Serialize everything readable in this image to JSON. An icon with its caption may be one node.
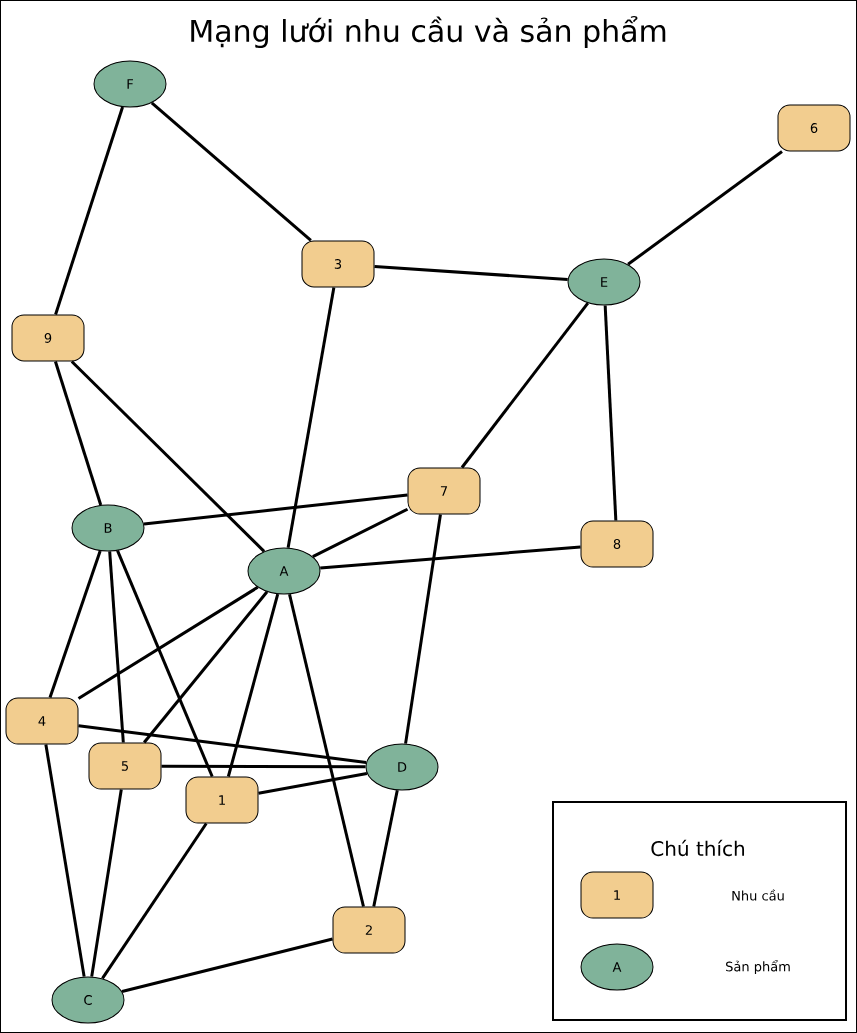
{
  "diagram": {
    "title": "Mạng lưới nhu cầu và sản phẩm",
    "nodes": [
      {
        "text": [
          "F"
        ]
      },
      {
        "text": [
          "6"
        ]
      },
      {
        "text": [
          "3"
        ]
      },
      {
        "text": [
          "E"
        ]
      },
      {
        "text": [
          "9"
        ]
      },
      {
        "text": [
          "7"
        ]
      },
      {
        "text": [
          "B"
        ]
      },
      {
        "text": [
          "8"
        ]
      },
      {
        "text": [
          "A"
        ]
      },
      {
        "text": [
          "4"
        ]
      },
      {
        "text": [
          "D"
        ]
      },
      {
        "text": [
          "5"
        ]
      },
      {
        "text": [
          "1"
        ]
      },
      {
        "text": [
          "2"
        ]
      },
      {
        "text": [
          "C"
        ]
      }
    ],
    "edges": [
      {
        "from": 0,
        "to": 2,
        "arrow": "none"
      },
      {
        "from": 0,
        "to": 4,
        "arrow": "none"
      },
      {
        "from": 1,
        "to": 3,
        "arrow": "none"
      },
      {
        "from": 2,
        "to": 3,
        "arrow": "none"
      },
      {
        "from": 2,
        "to": 8,
        "arrow": "none"
      },
      {
        "from": 3,
        "to": 5,
        "arrow": "none"
      },
      {
        "from": 3,
        "to": 7,
        "arrow": "none"
      },
      {
        "from": 4,
        "to": 6,
        "arrow": "none"
      },
      {
        "from": 4,
        "to": 8,
        "arrow": "none"
      },
      {
        "from": 6,
        "to": 5,
        "arrow": "none"
      },
      {
        "from": 6,
        "to": 9,
        "arrow": "none"
      },
      {
        "from": 6,
        "to": 11,
        "arrow": "none"
      },
      {
        "from": 6,
        "to": 12,
        "arrow": "none"
      },
      {
        "from": 5,
        "to": 8,
        "arrow": "none"
      },
      {
        "from": 5,
        "to": 10,
        "arrow": "none"
      },
      {
        "from": 8,
        "to": 7,
        "arrow": "none"
      },
      {
        "from": 8,
        "to": 9,
        "arrow": "none"
      },
      {
        "from": 8,
        "to": 11,
        "arrow": "none"
      },
      {
        "from": 8,
        "to": 12,
        "arrow": "none"
      },
      {
        "from": 8,
        "to": 13,
        "arrow": "none"
      },
      {
        "from": 9,
        "to": 10,
        "arrow": "none"
      },
      {
        "from": 9,
        "to": 14,
        "arrow": "none"
      },
      {
        "from": 11,
        "to": 10,
        "arrow": "none"
      },
      {
        "from": 11,
        "to": 14,
        "arrow": "none"
      },
      {
        "from": 12,
        "to": 10,
        "arrow": "none"
      },
      {
        "from": 12,
        "to": 14,
        "arrow": "none"
      },
      {
        "from": 10,
        "to": 13,
        "arrow": "none"
      },
      {
        "from": 13,
        "to": 14,
        "arrow": "none"
      }
    ],
    "labels": [
      "Chú thích",
      "1",
      "A"
    ],
    "legend": [
      {
        "text": "Nhu cầu",
        "color": "#f2cd8f"
      },
      {
        "text": "Sản phẩm",
        "color": "#80b39a"
      }
    ]
  }
}
